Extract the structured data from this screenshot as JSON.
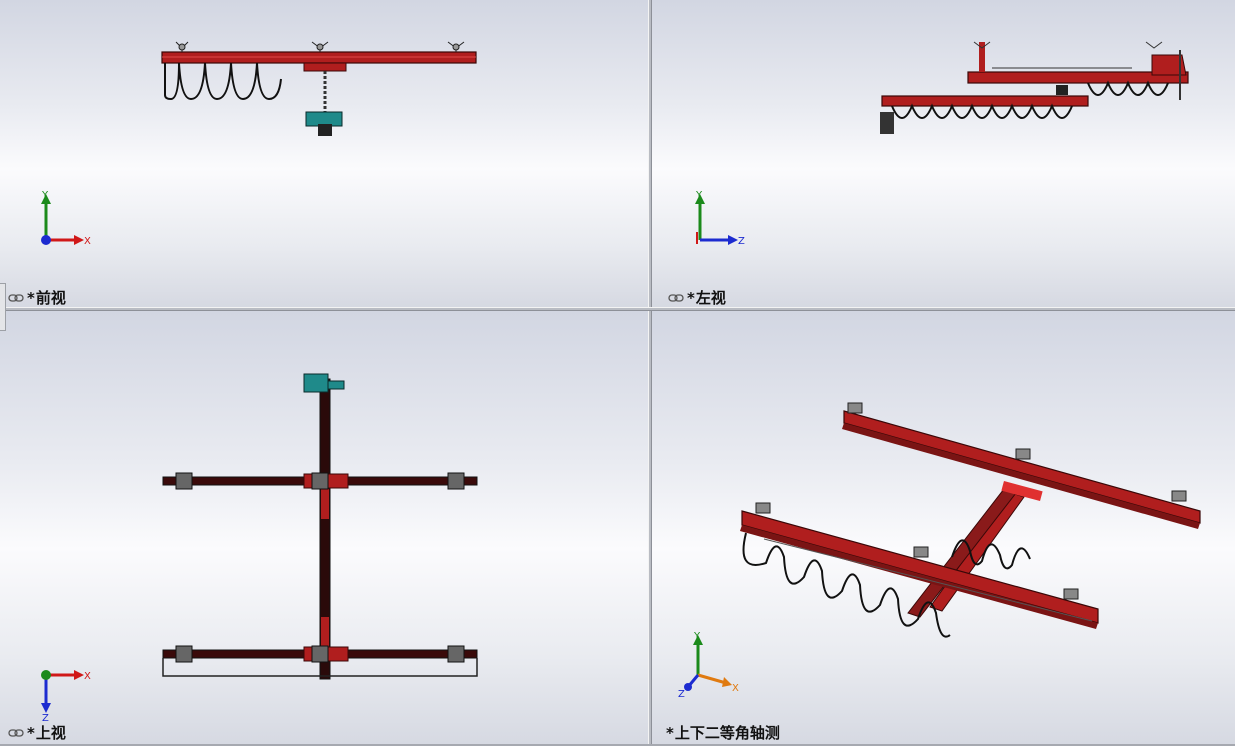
{
  "viewports": [
    {
      "id": "front",
      "label": "前视",
      "modified_marker": "*",
      "axes": {
        "vertical": "Y",
        "horizontal": "X"
      }
    },
    {
      "id": "left",
      "label": "左视",
      "modified_marker": "*",
      "axes": {
        "vertical": "Y",
        "horizontal": "Z"
      }
    },
    {
      "id": "top",
      "label": "上视",
      "modified_marker": "*",
      "axes": {
        "vertical": "Z",
        "horizontal": "X"
      }
    },
    {
      "id": "iso",
      "label": "上下二等角轴测",
      "modified_marker": "*",
      "axes": {
        "vertical": "Y",
        "horizontal": "X",
        "depth": "Z"
      }
    }
  ],
  "colors": {
    "beam": "#b01e1e",
    "beam_dark": "#5a0c0c",
    "axis_x": "#d01818",
    "axis_y": "#1b8a1b",
    "axis_z": "#1c2bd0",
    "axis_x_iso": "#e07a10",
    "hoist": "#1f8a8a"
  },
  "icons": {
    "link": "link-icon"
  }
}
